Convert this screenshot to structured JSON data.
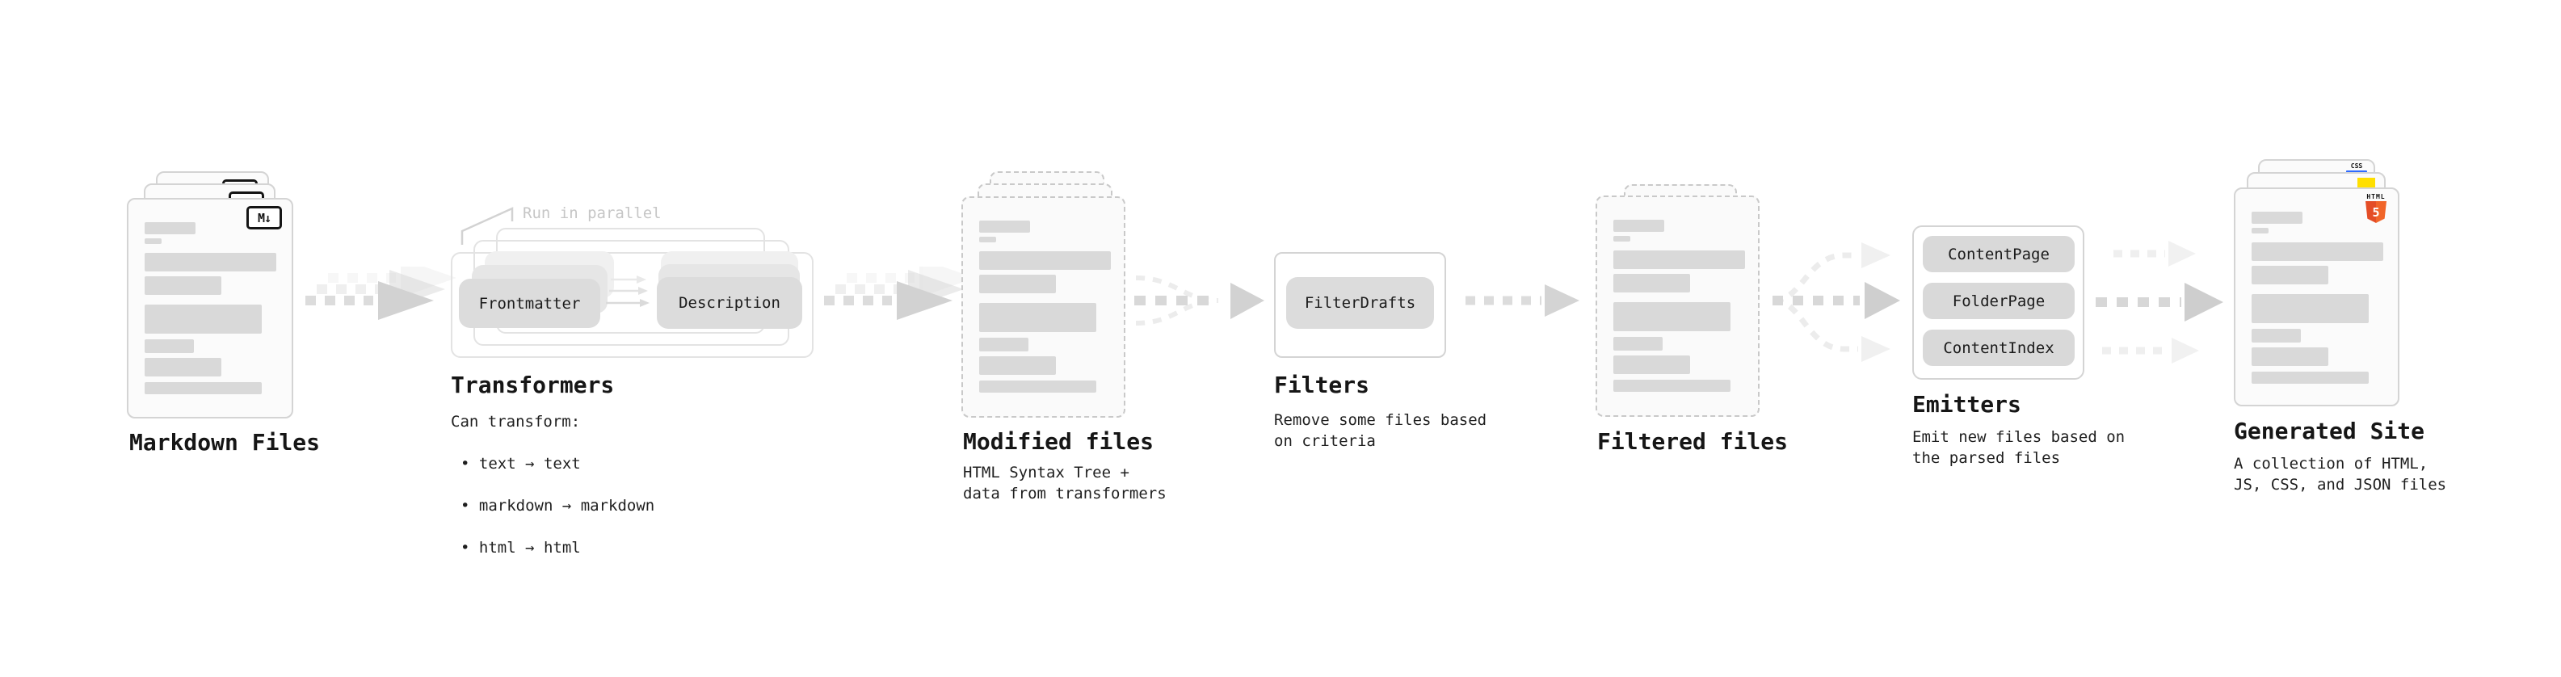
{
  "stages": {
    "markdown": {
      "label": "Markdown Files",
      "badge": "M↓"
    },
    "transformers": {
      "label": "Transformers",
      "annotation": "Run in parallel",
      "node_a": "Frontmatter",
      "node_b": "Description",
      "subtitle": "Can transform:",
      "bullets": [
        "• text → text",
        "• markdown → markdown",
        "• html → html"
      ]
    },
    "modified": {
      "label": "Modified files",
      "description": "HTML Syntax Tree +\ndata from transformers"
    },
    "filters": {
      "label": "Filters",
      "description": "Remove some files based\non criteria",
      "node": "FilterDrafts"
    },
    "filtered": {
      "label": "Filtered files"
    },
    "emitters": {
      "label": "Emitters",
      "description": "Emit new files based on\nthe parsed files",
      "nodes": [
        "ContentPage",
        "FolderPage",
        "ContentIndex"
      ]
    },
    "generated": {
      "label": "Generated Site",
      "description": "A collection of HTML,\nJS, CSS, and JSON files",
      "badges": {
        "css": "CSS",
        "html_text": "HTML",
        "html_number": "5"
      }
    }
  },
  "colors": {
    "background": "#ffffff",
    "bar_gray": "#d9d9d9",
    "html5_orange": "#e44d26",
    "js_yellow": "#ffdf00",
    "css_blue": "#2f6bff"
  }
}
